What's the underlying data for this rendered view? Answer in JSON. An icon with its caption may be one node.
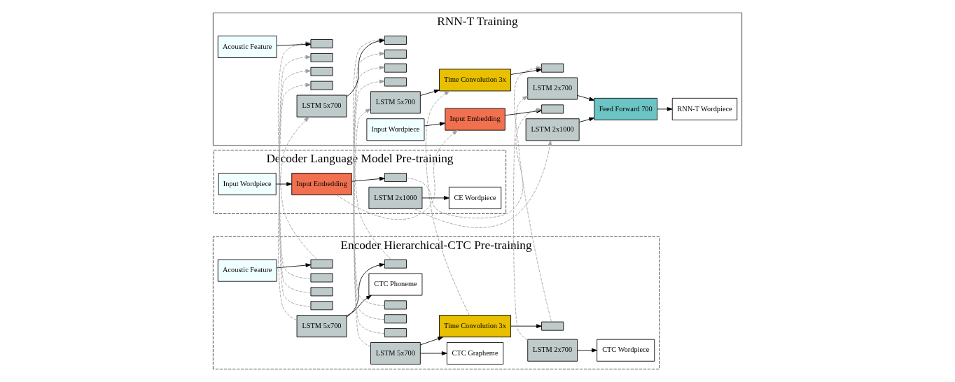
{
  "diagram": {
    "nodes": [
      {
        "text": [
          "Encoder Hierarchical-CTC Pre-training"
        ]
      },
      {
        "text": [
          "CTC Phoneme"
        ],
        "in": 0
      },
      {
        "text": [
          "CTC Grapheme"
        ],
        "in": 0
      },
      {
        "text": [
          "CTC Wordpiece"
        ],
        "in": 0
      },
      {
        "text": [
          "Acoustic Feature"
        ],
        "in": 0
      },
      {
        "text": [],
        "shape": "box",
        "in": 0
      },
      {
        "text": [],
        "shape": "box",
        "in": 0
      },
      {
        "text": [],
        "shape": "box",
        "in": 0
      },
      {
        "text": [],
        "shape": "box",
        "in": 0
      },
      {
        "text": [
          "LSTM 5x700"
        ],
        "in": 0
      },
      {
        "text": [],
        "shape": "box",
        "in": 0
      },
      {
        "text": [],
        "shape": "box",
        "in": 0
      },
      {
        "text": [],
        "shape": "box",
        "in": 0
      },
      {
        "text": [],
        "shape": "box",
        "in": 0
      },
      {
        "text": [
          "LSTM 5x700"
        ],
        "in": 0
      },
      {
        "text": [
          "Time Convolution 3x"
        ],
        "in": 0
      },
      {
        "text": [],
        "shape": "box",
        "in": 0
      },
      {
        "text": [
          "LSTM 2x700"
        ],
        "in": 0
      },
      {
        "text": [
          "RNN-T Training"
        ]
      },
      {
        "text": [
          "Acoustic Feature"
        ],
        "in": 18
      },
      {
        "text": [],
        "shape": "box",
        "in": 18
      },
      {
        "text": [],
        "shape": "box",
        "in": 18
      },
      {
        "text": [],
        "shape": "box",
        "in": 18
      },
      {
        "text": [],
        "shape": "box",
        "in": 18
      },
      {
        "text": [
          "LSTM 5x700"
        ],
        "in": 18
      },
      {
        "text": [],
        "shape": "box",
        "in": 18
      },
      {
        "text": [],
        "shape": "box",
        "in": 18
      },
      {
        "text": [],
        "shape": "box",
        "in": 18
      },
      {
        "text": [],
        "shape": "box",
        "in": 18
      },
      {
        "text": [
          "LSTM 5x700"
        ],
        "in": 18
      },
      {
        "text": [
          "Time Convolution 3x"
        ],
        "in": 18
      },
      {
        "text": [],
        "shape": "box",
        "in": 18
      },
      {
        "text": [
          "LSTM 2x700"
        ],
        "in": 18
      },
      {
        "text": [
          "Feed Forward 700"
        ],
        "in": 18
      },
      {
        "text": [
          "RNN-T Wordpiece"
        ],
        "in": 18
      },
      {
        "text": [
          "Input Wordpiece"
        ],
        "in": 18
      },
      {
        "text": [
          "Input Embedding"
        ],
        "in": 18
      },
      {
        "text": [],
        "shape": "box",
        "in": 18
      },
      {
        "text": [
          "LSTM 2x1000"
        ],
        "in": 18
      },
      {
        "text": [
          "Decoder Language Model Pre-training"
        ]
      },
      {
        "text": [
          "Input Wordpiece"
        ],
        "in": 39
      },
      {
        "text": [
          "Input Embedding"
        ],
        "in": 39
      },
      {
        "text": [],
        "shape": "box",
        "in": 39
      },
      {
        "text": [
          "LSTM 2x1000"
        ],
        "in": 39
      },
      {
        "text": [
          "CE Wordpiece"
        ],
        "in": 39
      }
    ],
    "edges": [
      {
        "from": 4,
        "to": 5,
        "arrow": "to"
      },
      {
        "from": 9,
        "to": 1,
        "arrow": "to"
      },
      {
        "from": 9,
        "to": 10,
        "arrow": "to"
      },
      {
        "from": 14,
        "to": 2,
        "arrow": "to"
      },
      {
        "from": 14,
        "to": 15,
        "arrow": "to"
      },
      {
        "from": 15,
        "to": 16,
        "arrow": "to"
      },
      {
        "from": 17,
        "to": 3,
        "arrow": "to"
      },
      {
        "from": 5,
        "to": 20,
        "arrow": "to",
        "style": "dashed",
        "color": "#a0a0a0"
      },
      {
        "from": 6,
        "to": 21,
        "arrow": "to",
        "style": "dashed",
        "color": "#a0a0a0"
      },
      {
        "from": 7,
        "to": 22,
        "arrow": "to",
        "style": "dashed",
        "color": "#a0a0a0"
      },
      {
        "from": 8,
        "to": 23,
        "arrow": "to",
        "style": "dashed",
        "color": "#a0a0a0"
      },
      {
        "from": 9,
        "to": 24,
        "arrow": "to",
        "style": "dashed",
        "color": "#a0a0a0"
      },
      {
        "from": 10,
        "to": 25,
        "arrow": "to",
        "style": "dashed",
        "color": "#a0a0a0"
      },
      {
        "from": 11,
        "to": 26,
        "arrow": "to",
        "style": "dashed",
        "color": "#a0a0a0"
      },
      {
        "from": 12,
        "to": 27,
        "arrow": "to",
        "style": "dashed",
        "color": "#a0a0a0"
      },
      {
        "from": 13,
        "to": 28,
        "arrow": "to",
        "style": "dashed",
        "color": "#a0a0a0"
      },
      {
        "from": 14,
        "to": 29,
        "arrow": "to",
        "style": "dashed",
        "color": "#a0a0a0"
      },
      {
        "from": 15,
        "to": 30,
        "arrow": "to",
        "style": "dashed",
        "color": "#a0a0a0"
      },
      {
        "from": 16,
        "to": 31,
        "arrow": "to",
        "style": "dashed",
        "color": "#a0a0a0"
      },
      {
        "from": 17,
        "to": 32,
        "arrow": "to",
        "style": "dashed",
        "color": "#a0a0a0"
      },
      {
        "from": 19,
        "to": 20,
        "arrow": "to"
      },
      {
        "from": 24,
        "to": 25,
        "arrow": "to"
      },
      {
        "from": 29,
        "to": 30,
        "arrow": "to"
      },
      {
        "from": 30,
        "to": 31,
        "arrow": "to"
      },
      {
        "from": 32,
        "to": 33,
        "arrow": "to"
      },
      {
        "from": 33,
        "to": 34,
        "arrow": "to"
      },
      {
        "from": 35,
        "to": 36,
        "arrow": "to"
      },
      {
        "from": 36,
        "to": 37,
        "arrow": "to"
      },
      {
        "from": 38,
        "to": 33,
        "arrow": "to"
      },
      {
        "from": 41,
        "to": 36,
        "arrow": "to",
        "style": "dashed",
        "color": "#a0a0a0"
      },
      {
        "from": 42,
        "to": 37,
        "arrow": "to",
        "style": "dashed",
        "color": "#a0a0a0"
      },
      {
        "from": 43,
        "to": 38,
        "arrow": "to",
        "style": "dashed",
        "color": "#a0a0a0"
      },
      {
        "from": 40,
        "to": 41,
        "arrow": "to"
      },
      {
        "from": 41,
        "to": 42,
        "arrow": "to"
      },
      {
        "from": 43,
        "to": 44,
        "arrow": "to"
      }
    ]
  }
}
